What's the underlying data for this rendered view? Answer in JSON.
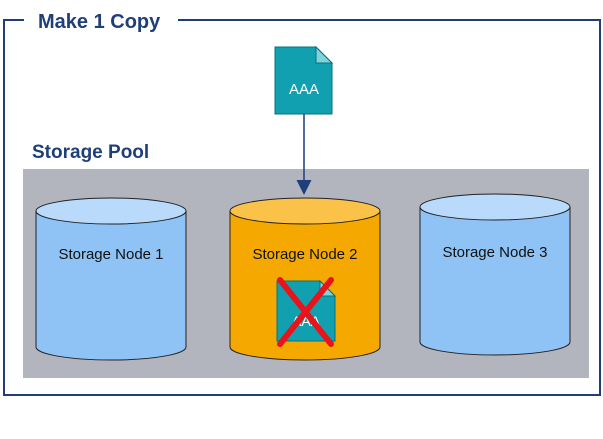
{
  "frame": {
    "title": "Make 1 Copy",
    "title_color": "#1f3f7a",
    "border_color": "#1f3f7a"
  },
  "source_object": {
    "label": "AAA",
    "color": "#10a0b0",
    "icon": "document-icon"
  },
  "pool": {
    "label": "Storage Pool",
    "label_color": "#1f3f7a",
    "background": "#b3b5be"
  },
  "nodes": [
    {
      "label": "Storage Node 1",
      "fill": "#8fc3f5",
      "top_fill": "#b9dafb",
      "has_copy": false
    },
    {
      "label": "Storage Node 2",
      "fill": "#f5a800",
      "top_fill": "#fbc24a",
      "has_copy": true
    },
    {
      "label": "Storage Node 3",
      "fill": "#8fc3f5",
      "top_fill": "#b9dafb",
      "has_copy": false
    }
  ],
  "stored_copy": {
    "label": "AAA",
    "color": "#10a0b0",
    "icon": "document-icon",
    "failed_mark": "red-x-icon",
    "mark_color": "#e8141c"
  },
  "arrow_color": "#1f3f7a"
}
